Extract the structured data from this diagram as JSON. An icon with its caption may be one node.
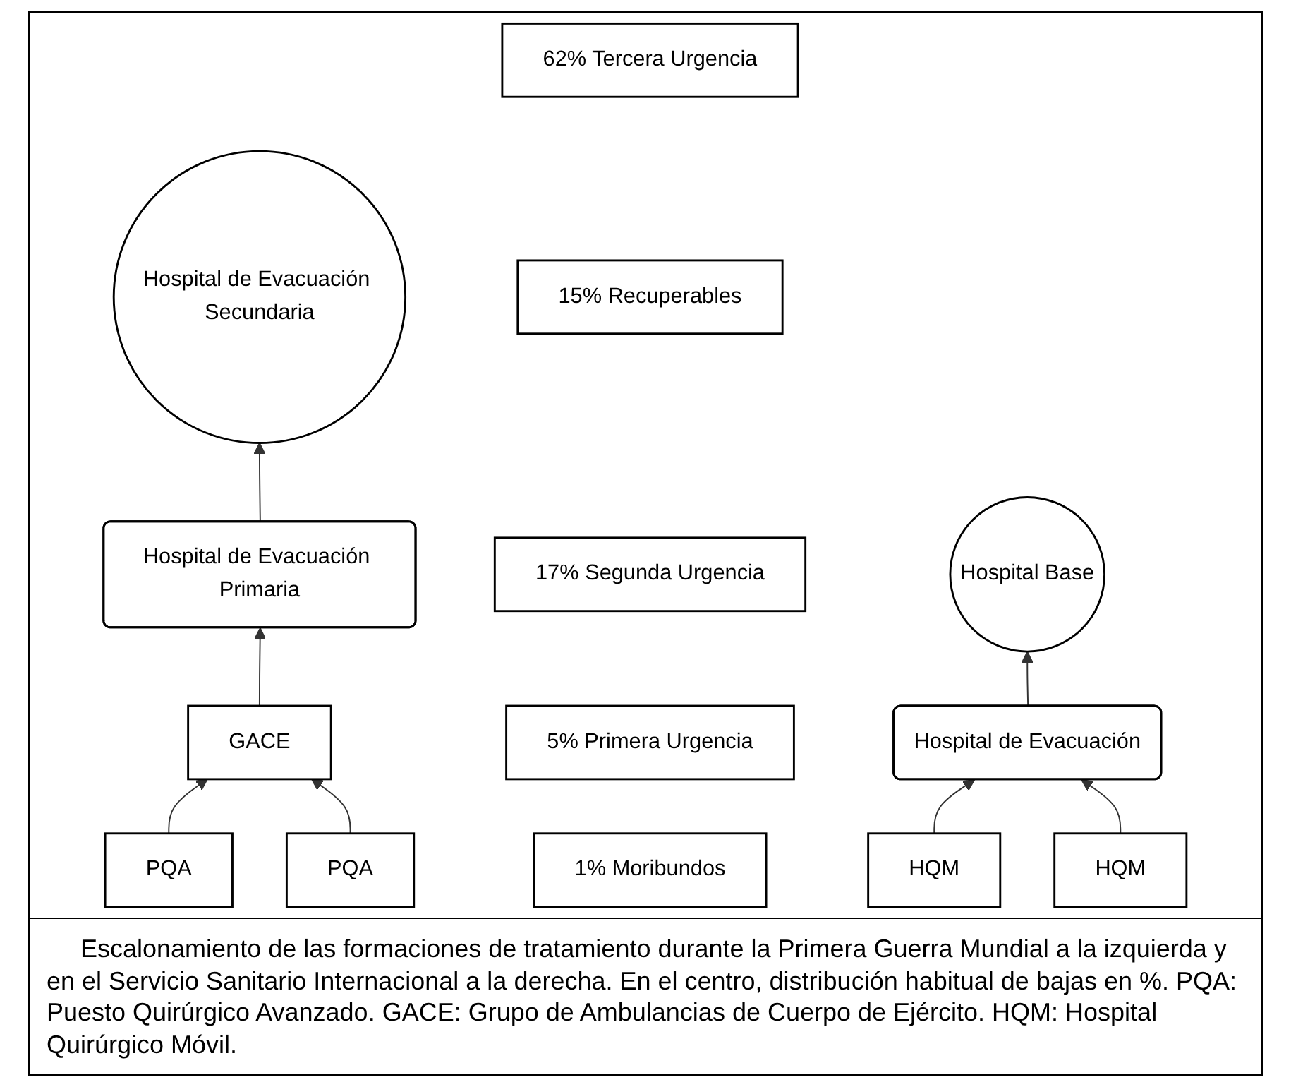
{
  "diagram": {
    "caption": "Escalonamiento de las formaciones de tratamiento durante la Primera Guerra Mundial a la izquierda y en el Servicio Sanitario Internacional a la derecha. En el centro, distribución habitual de bajas en %. PQA: Puesto Quirúrgico Avanzado. GACE: Grupo de Ambulancias de Cuerpo de Ejército. HQM: Hospital Quirúrgico Móvil.",
    "nodes": [
      {
        "text": [
          "Hospital de Evacuación Secundaria"
        ]
      },
      {
        "text": [
          "Hospital de Evacuación Primaria"
        ]
      },
      {
        "text": [
          "GACE"
        ]
      },
      {
        "text": [
          "PQA"
        ]
      },
      {
        "text": [
          "PQA"
        ]
      },
      {
        "text": [
          "62% Tercera Urgencia"
        ]
      },
      {
        "text": [
          "15% Recuperables"
        ]
      },
      {
        "text": [
          "17% Segunda Urgencia"
        ]
      },
      {
        "text": [
          "5% Primera Urgencia"
        ]
      },
      {
        "text": [
          "1% Moribundos"
        ]
      },
      {
        "text": [
          "Hospital Base"
        ]
      },
      {
        "text": [
          "Hospital de Evacuación"
        ]
      },
      {
        "text": [
          "HQM"
        ]
      },
      {
        "text": [
          "HQM"
        ]
      }
    ],
    "edges": [
      {
        "from": 3,
        "to": 2,
        "arrow": "to"
      },
      {
        "from": 4,
        "to": 2,
        "arrow": "to"
      },
      {
        "from": 2,
        "to": 1,
        "arrow": "to"
      },
      {
        "from": 1,
        "to": 0,
        "arrow": "to"
      },
      {
        "from": 12,
        "to": 11,
        "arrow": "to"
      },
      {
        "from": 13,
        "to": 11,
        "arrow": "to"
      },
      {
        "from": 11,
        "to": 10,
        "arrow": "to"
      }
    ]
  }
}
